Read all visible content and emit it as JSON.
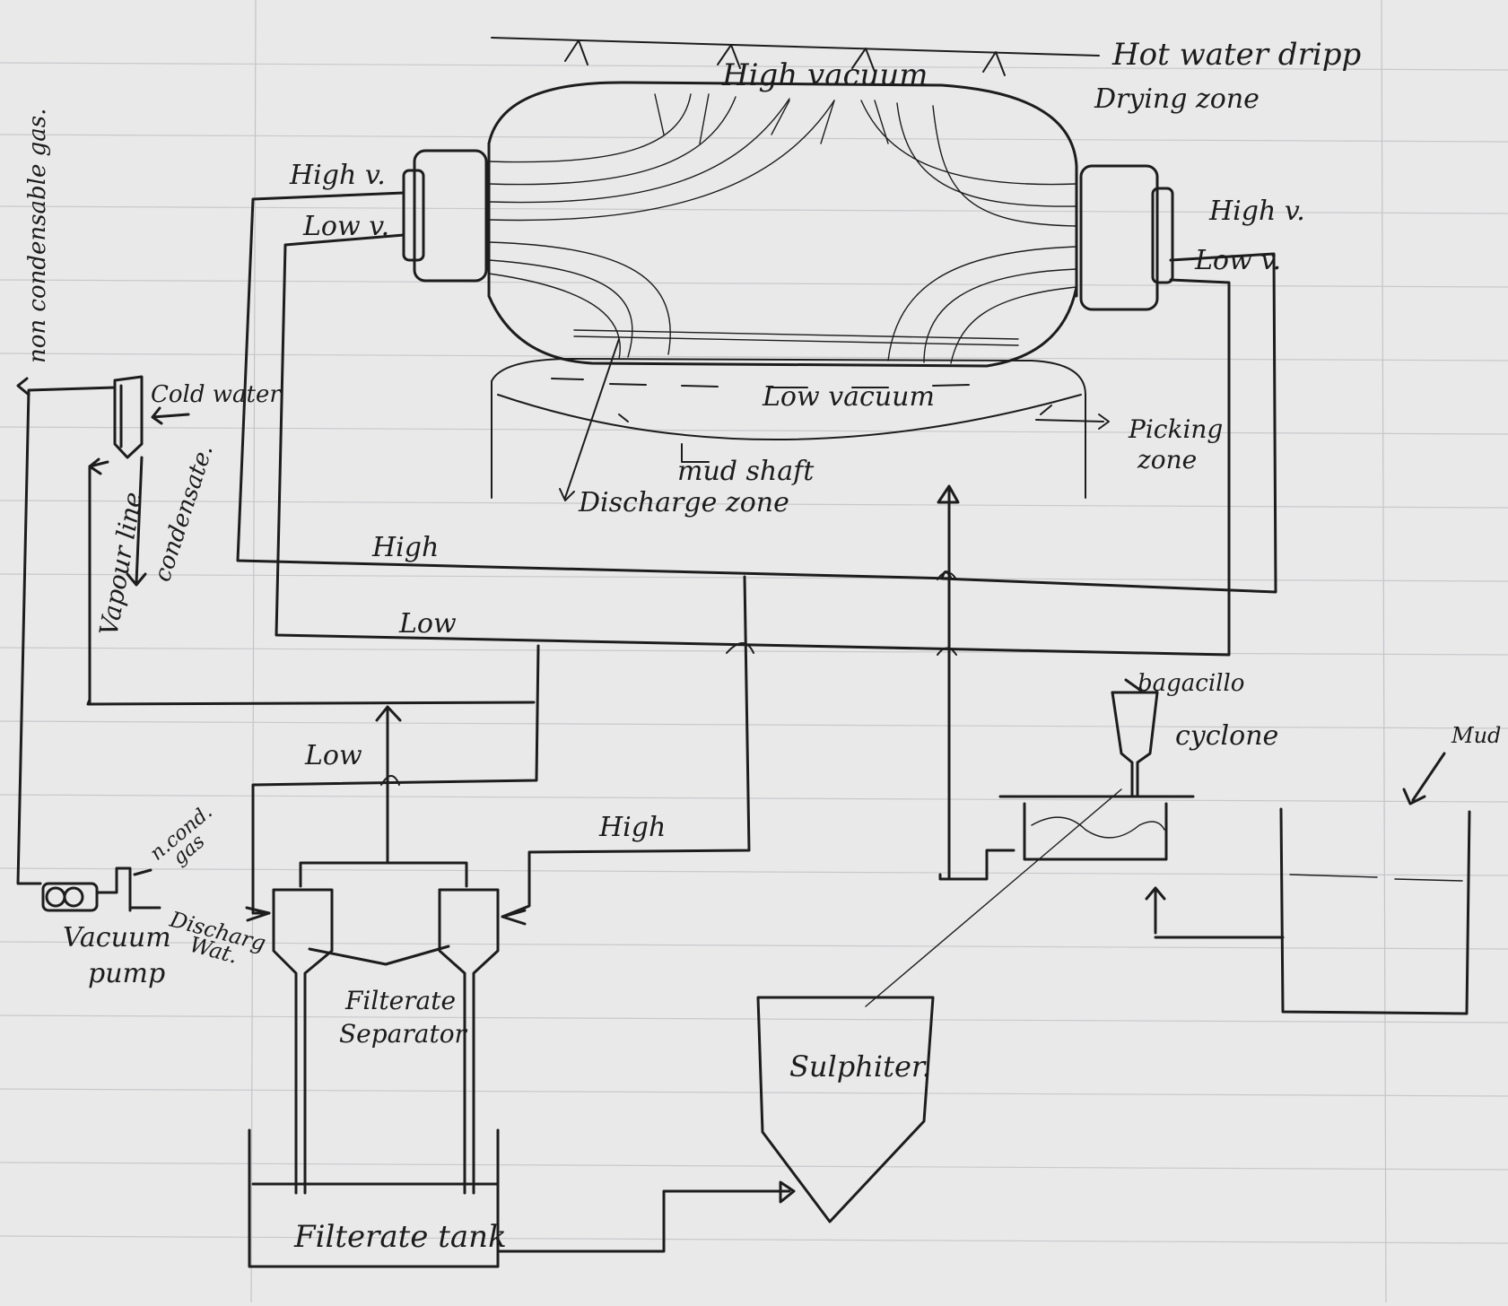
{
  "labels": {
    "hot_water": "Hot water dripp",
    "drying_zone": "Drying zone",
    "high_vacuum": "High vacuum",
    "high_v_left": "High v.",
    "low_v_left": "Low v.",
    "high_v_right": "High v.",
    "low_v_right": "Low v.",
    "low_vacuum": "Low vacuum",
    "picking_zone_1": "Picking",
    "picking_zone_2": "zone",
    "mud_shaft": "mud shaft",
    "discharge_zone": "Discharge zone",
    "non_condensable": "non condensable gas.",
    "cold_water": "Cold water",
    "condensate": "condensate.",
    "vapour_line": "Vapour line",
    "high_header": "High",
    "low_header": "Low",
    "low_mid": "Low",
    "high_mid": "High",
    "ncond_1": "n.cond.",
    "ncond_2": "gas",
    "vacuum_pump_1": "Vacuum",
    "vacuum_pump_2": "pump",
    "discharge_water_1": "Discharg",
    "discharge_water_2": "Wat.",
    "filtrate_sep_1": "Filterate",
    "filtrate_sep_2": "Separator",
    "filtrate_tank": "Filterate tank",
    "sulphiter": "Sulphiter.",
    "bagacillo": "bagacillo",
    "cyclone": "cyclone",
    "mud": "Mud"
  }
}
